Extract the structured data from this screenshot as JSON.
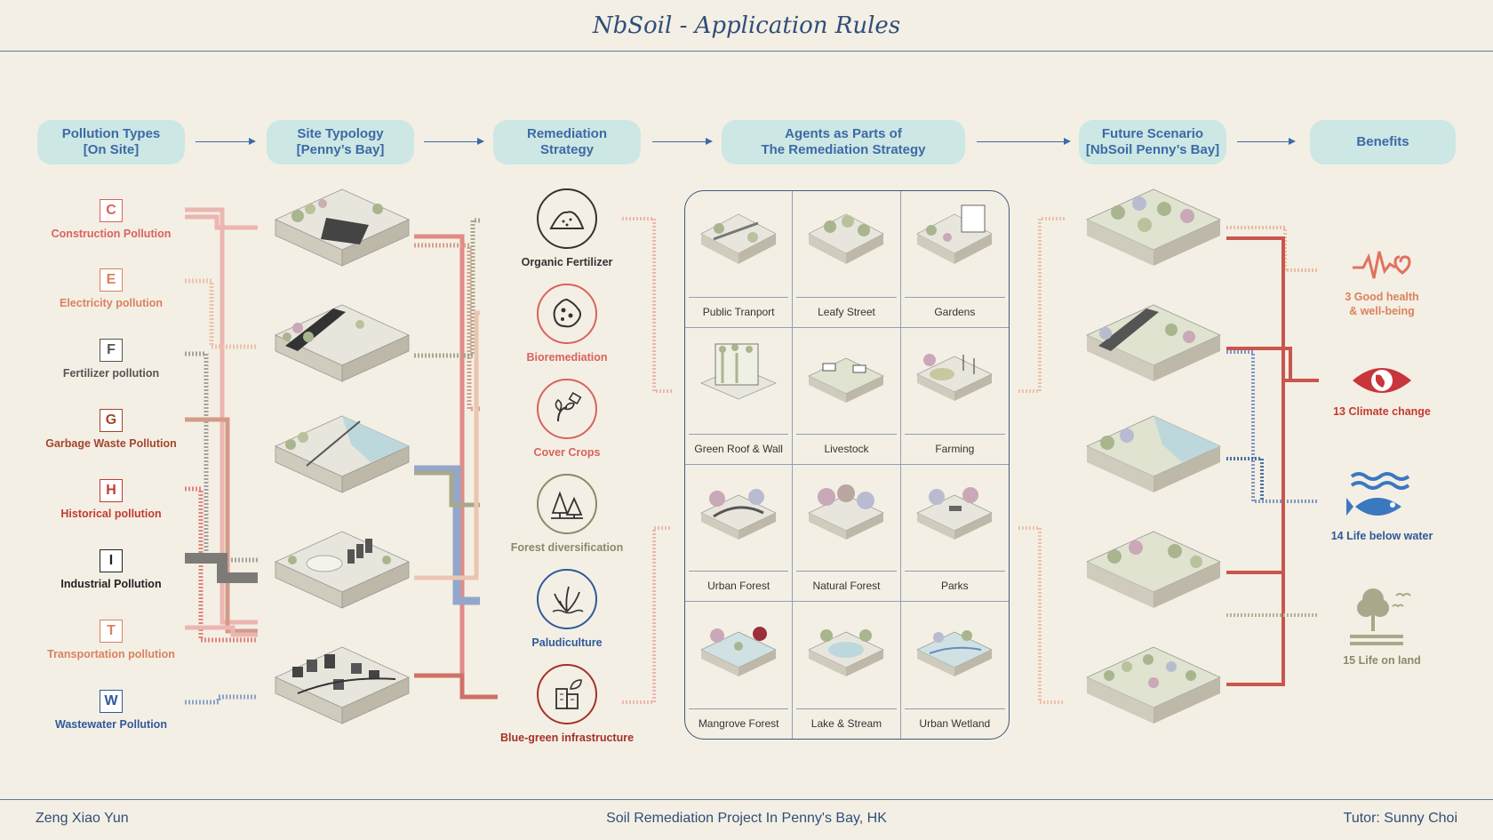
{
  "title": "NbSoil - Application Rules",
  "headers": [
    {
      "label": "Pollution Types\n[On Site]"
    },
    {
      "label": "Site Typology\n[Penny’s Bay]"
    },
    {
      "label": "Remediation\nStrategy"
    },
    {
      "label": "Agents as Parts of\nThe Remediation Strategy"
    },
    {
      "label": "Future Scenario\n[NbSoil Penny’s Bay]"
    },
    {
      "label": "Benefits"
    }
  ],
  "pollution_types": [
    {
      "letter": "C",
      "label": "Construction Pollution",
      "color": "#d9625e"
    },
    {
      "letter": "E",
      "label": "Electricity pollution",
      "color": "#d9825e"
    },
    {
      "letter": "F",
      "label": "Fertilizer pollution",
      "color": "#555555"
    },
    {
      "letter": "G",
      "label": "Garbage Waste Pollution",
      "color": "#a3442e"
    },
    {
      "letter": "H",
      "label": "Historical pollution",
      "color": "#c23b32"
    },
    {
      "letter": "I",
      "label": "Industrial Pollution",
      "color": "#222222"
    },
    {
      "letter": "T",
      "label": "Transportation pollution",
      "color": "#d9825e"
    },
    {
      "letter": "W",
      "label": "Wastewater Pollution",
      "color": "#2e5a9a"
    }
  ],
  "strategies": [
    {
      "label": "Organic Fertilizer",
      "color": "#333333",
      "icon": "soil-pile-icon"
    },
    {
      "label": "Bioremediation",
      "color": "#d9625e",
      "icon": "microbe-icon"
    },
    {
      "label": "Cover Crops",
      "color": "#d9625e",
      "icon": "plant-spray-icon"
    },
    {
      "label": "Forest diversification",
      "color": "#8a8a6a",
      "icon": "trees-icon"
    },
    {
      "label": "Paludiculture",
      "color": "#2e5a9a",
      "icon": "reeds-icon"
    },
    {
      "label": "Blue-green infrastructure",
      "color": "#a3322a",
      "icon": "green-building-icon"
    }
  ],
  "agents": [
    {
      "label": "Public Tranport"
    },
    {
      "label": "Leafy Street"
    },
    {
      "label": "Gardens"
    },
    {
      "label": "Green Roof & Wall"
    },
    {
      "label": "Livestock"
    },
    {
      "label": "Farming"
    },
    {
      "label": "Urban Forest"
    },
    {
      "label": "Natural Forest"
    },
    {
      "label": "Parks"
    },
    {
      "label": "Mangrove Forest"
    },
    {
      "label": "Lake & Stream"
    },
    {
      "label": "Urban Wetland"
    }
  ],
  "benefits": [
    {
      "label": "3 Good health\n& well-being",
      "color": "#d9825e",
      "icon": "heartbeat-icon"
    },
    {
      "label": "13 Climate change",
      "color": "#c23b32",
      "icon": "eye-globe-icon"
    },
    {
      "label": "14 Life below water",
      "color": "#2e5a9a",
      "icon": "fish-icon"
    },
    {
      "label": "15 Life on land",
      "color": "#8a8a6a",
      "icon": "tree-birds-icon"
    }
  ],
  "footer": {
    "author": "Zeng Xiao Yun",
    "project": "Soil Remediation Project In Penny's Bay, HK",
    "tutor": "Tutor: Sunny Choi"
  },
  "colors": {
    "background": "#f4efe4",
    "header_pill": "#cde7e4",
    "header_text": "#3c6aa6"
  }
}
